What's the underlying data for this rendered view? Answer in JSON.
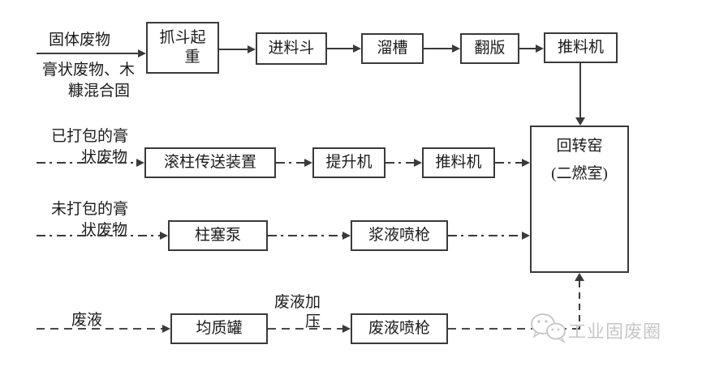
{
  "colors": {
    "line": "#3a3a3a",
    "box_border": "#3a3a3a",
    "text": "#1b1b1b",
    "watermark": "#c6c6c6",
    "background": "#ffffff"
  },
  "row1": {
    "source_label": "固体废物",
    "source_sublabel_line1": "膏状废物、木",
    "source_sublabel_line2": "糠混合固",
    "box_grab_crane_line1": "抓斗起",
    "box_grab_crane_line2": "重",
    "box_feed_hopper": "进料斗",
    "box_chute": "溜槽",
    "box_flip_plate": "翻版",
    "box_pusher": "推料机"
  },
  "row2": {
    "source_label_line1": "已打包的膏",
    "source_label_line2": "状废物",
    "box_roller_conveyor": "滚柱传送装置",
    "box_elevator": "提升机",
    "box_pusher": "推料机"
  },
  "row3": {
    "source_label_line1": "未打包的膏",
    "source_label_line2": "状废物",
    "box_plunger_pump": "柱塞泵",
    "box_slurry_spray_gun": "浆液喷枪"
  },
  "row4": {
    "source_label": "废液",
    "box_homogenizing_tank": "均质罐",
    "mid_label_line1": "废液加",
    "mid_label_line2": "压",
    "box_waste_liquid_spray_gun": "废液喷枪"
  },
  "kiln": {
    "line1": "回转窑",
    "line2": "(二燃室)"
  },
  "watermark": {
    "icon": "wechat-icon",
    "text": "工业固废圈"
  }
}
